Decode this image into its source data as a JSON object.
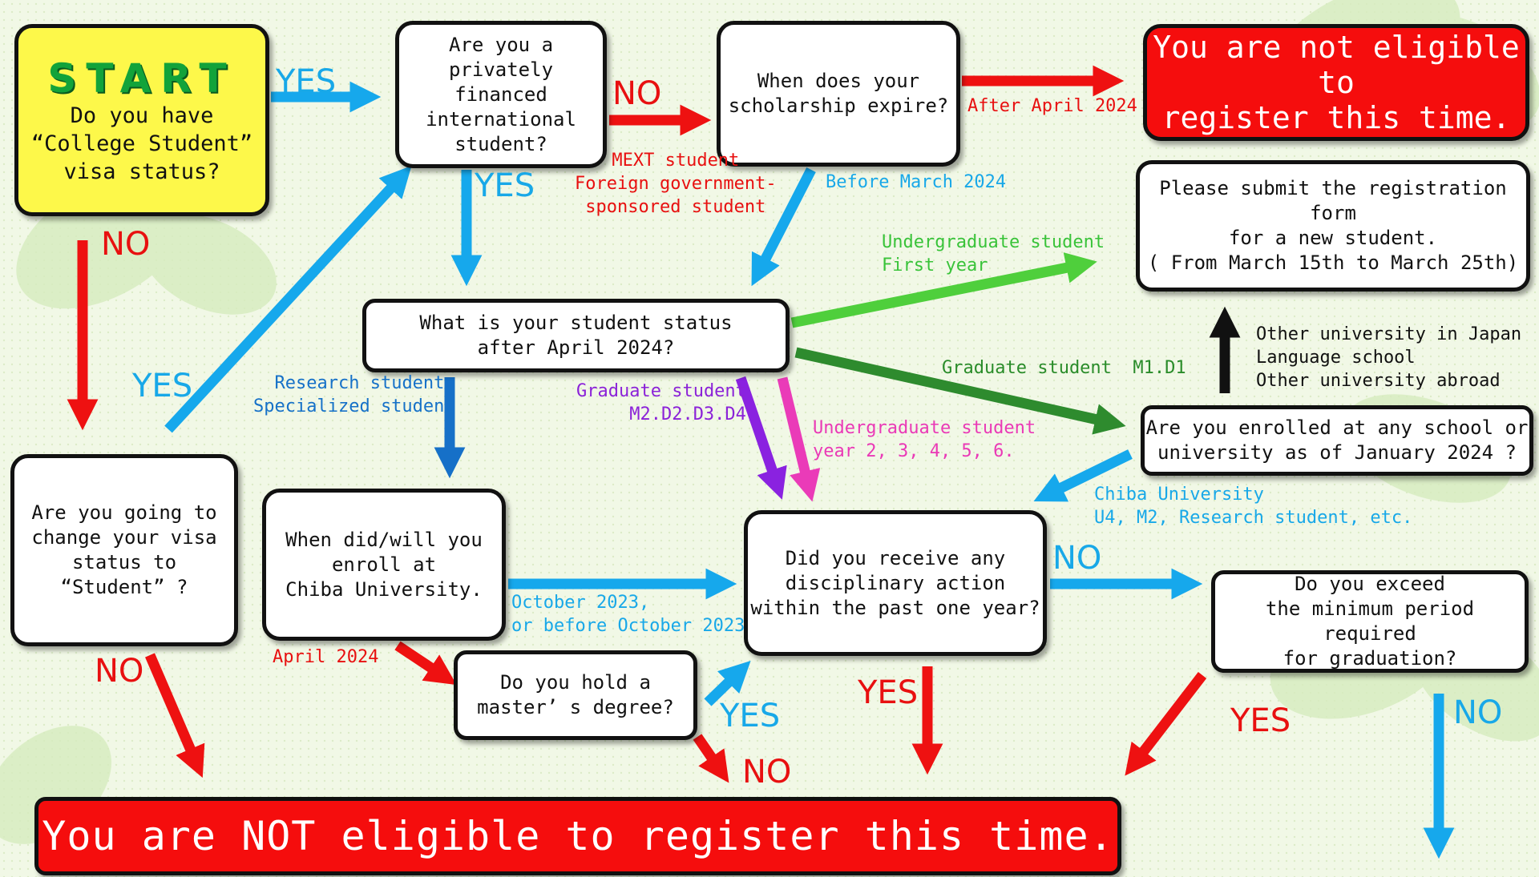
{
  "nodes": {
    "start_word": "START",
    "start_question": "Do you have\n“College Student”\nvisa status?",
    "privately_financed": "Are you a\nprivately financed\ninternational\nstudent?",
    "scholarship_expire": "When does your\nscholarship expire?",
    "not_eligible_top": "You are not eligible to\nregister this time.",
    "submit_form": "Please submit the registration form\nfor a new student.\n( From March 15th to March 25th)",
    "student_status": "What is your student status\nafter April 2024?",
    "change_visa": "Are you going to\nchange your visa\nstatus to\n“Student” ?",
    "enroll_when": "When did/will you\nenroll at\nChiba University.",
    "masters_degree": "Do you hold a\nmaster’ s degree?",
    "disciplinary": "Did you receive any\ndisciplinary action\nwithin the past one year?",
    "enrolled_jan": "Are you enrolled at any school or\nuniversity as of January 2024 ?",
    "minimum_period": "Do you exceed\nthe minimum period required\nfor graduation?",
    "not_eligible_bottom": "You are NOT eligible to register this time."
  },
  "labels": {
    "yes_start": "YES",
    "no_private": "NO",
    "yes_private": "YES",
    "no_start": "NO",
    "yes_change": "YES",
    "no_change": "NO",
    "after_april": "After April 2024",
    "before_march": "Before March 2024",
    "mext": "MEXT student\nForeign government-\nsponsored student",
    "ug_first": "Undergraduate student\nFirst year",
    "grad_m1d1": "Graduate student  M1.D1",
    "other_univ": "Other university in Japan\nLanguage school\nOther university abroad",
    "research": "Research student,\nSpecialized student",
    "grad_m2": "Graduate student\nM2.D2.D3.D4",
    "ug_year": "Undergraduate student\nyear 2, 3, 4, 5, 6.",
    "chiba": "Chiba University\nU4, M2, Research student, etc.",
    "oct2023": "October 2023,\nor before October 2023",
    "april2024": "April 2024",
    "yes_masters": "YES",
    "no_masters": "NO",
    "no_disc": "NO",
    "yes_disc": "YES",
    "yes_min": "YES",
    "no_min": "NO"
  },
  "colors": {
    "background": "#f1f8e6",
    "start_fill": "#fdf84a",
    "start_text": "#12a33a",
    "ineligible_fill": "#f50d0d",
    "arrow_red": "#ee1111",
    "arrow_blue": "#16a8ec",
    "arrow_dark_blue": "#1670c8",
    "arrow_green": "#4fcf3c",
    "arrow_dark_green": "#2e8b2e",
    "arrow_purple": "#8a22e0",
    "arrow_pink": "#ea3bb8",
    "arrow_black": "#111111"
  }
}
